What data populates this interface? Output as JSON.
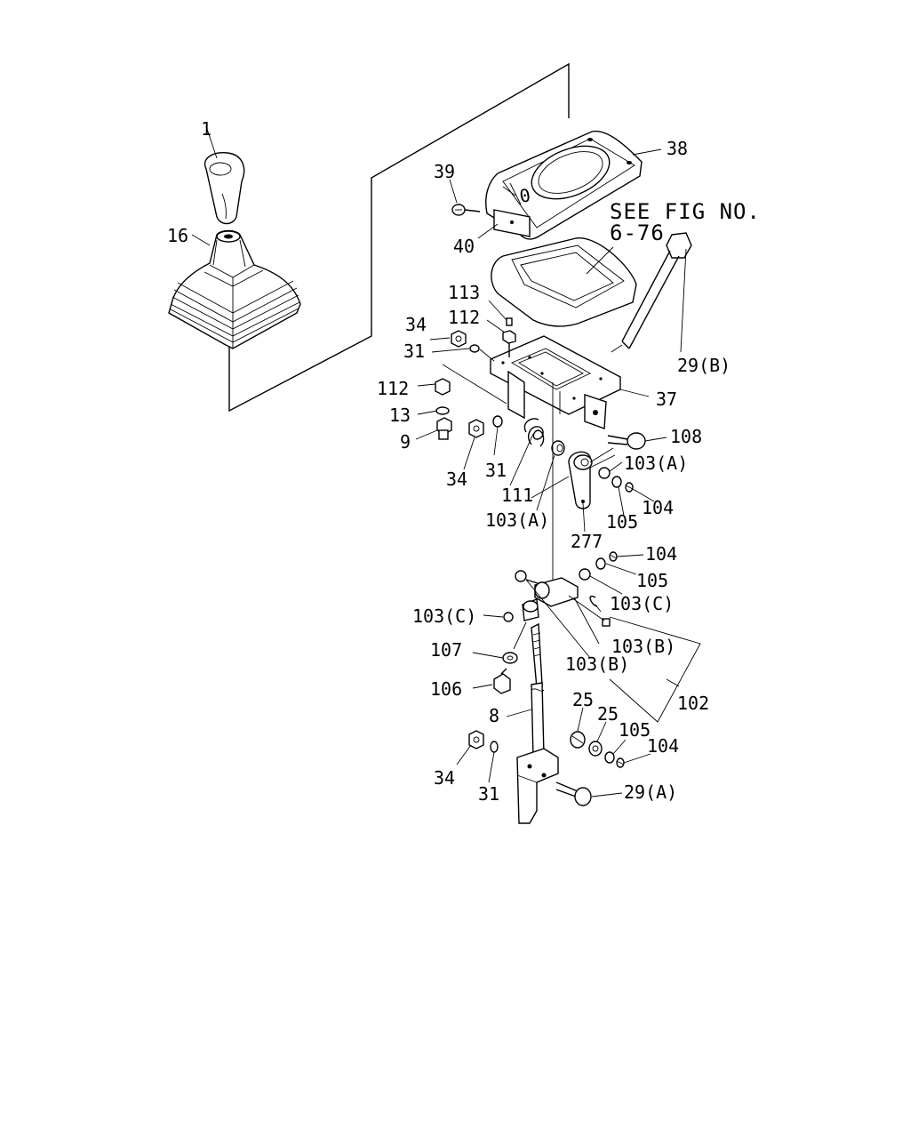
{
  "figure": {
    "note_line1": "SEE FIG NO.",
    "note_line2": "6-76"
  },
  "callouts": [
    {
      "id": "c1",
      "text": "1"
    },
    {
      "id": "c16",
      "text": "16"
    },
    {
      "id": "c38",
      "text": "38"
    },
    {
      "id": "c39",
      "text": "39"
    },
    {
      "id": "c40",
      "text": "40"
    },
    {
      "id": "c113",
      "text": "113"
    },
    {
      "id": "c34a",
      "text": "34"
    },
    {
      "id": "c112a",
      "text": "112"
    },
    {
      "id": "c31a",
      "text": "31"
    },
    {
      "id": "c29b",
      "text": "29(B)"
    },
    {
      "id": "c112b",
      "text": "112"
    },
    {
      "id": "c13",
      "text": "13"
    },
    {
      "id": "c9",
      "text": "9"
    },
    {
      "id": "c37",
      "text": "37"
    },
    {
      "id": "c108",
      "text": "108"
    },
    {
      "id": "c34b",
      "text": "34"
    },
    {
      "id": "c31b",
      "text": "31"
    },
    {
      "id": "c111",
      "text": "111"
    },
    {
      "id": "c103a1",
      "text": "103(A)"
    },
    {
      "id": "c103a2",
      "text": "103(A)"
    },
    {
      "id": "c105a",
      "text": "105"
    },
    {
      "id": "c104a",
      "text": "104"
    },
    {
      "id": "c277",
      "text": "277"
    },
    {
      "id": "c104b",
      "text": "104"
    },
    {
      "id": "c105b",
      "text": "105"
    },
    {
      "id": "c103c1",
      "text": "103(C)"
    },
    {
      "id": "c103c2",
      "text": "103(C)"
    },
    {
      "id": "c103b1",
      "text": "103(B)"
    },
    {
      "id": "c103b2",
      "text": "103(B)"
    },
    {
      "id": "c107",
      "text": "107"
    },
    {
      "id": "c106",
      "text": "106"
    },
    {
      "id": "c102",
      "text": "102"
    },
    {
      "id": "c8",
      "text": "8"
    },
    {
      "id": "c25a",
      "text": "25"
    },
    {
      "id": "c25b",
      "text": "25"
    },
    {
      "id": "c105c",
      "text": "105"
    },
    {
      "id": "c104c",
      "text": "104"
    },
    {
      "id": "c34c",
      "text": "34"
    },
    {
      "id": "c31c",
      "text": "31"
    },
    {
      "id": "c29a",
      "text": "29(A)"
    }
  ]
}
